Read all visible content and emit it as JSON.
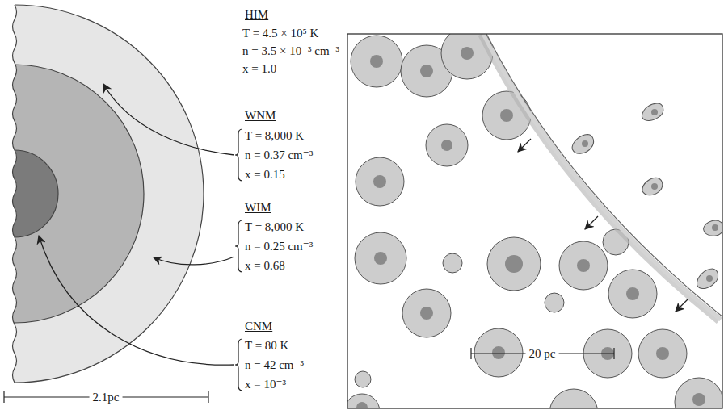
{
  "diagram": {
    "labels": [
      "HIM",
      "T = 4.5 × 10⁵ K",
      "n = 3.5 × 10⁻³ cm⁻³",
      "x = 1.0",
      "WNM",
      "T = 8,000 K",
      "n = 0.37 cm⁻³",
      "x = 0.15",
      "WIM",
      "T = 8,000 K",
      "n = 0.25 cm⁻³",
      "x = 0.68",
      "CNM",
      "T = 80 K",
      "n = 42 cm⁻³",
      "x = 10⁻³",
      "2.1pc",
      "20 pc"
    ]
  }
}
